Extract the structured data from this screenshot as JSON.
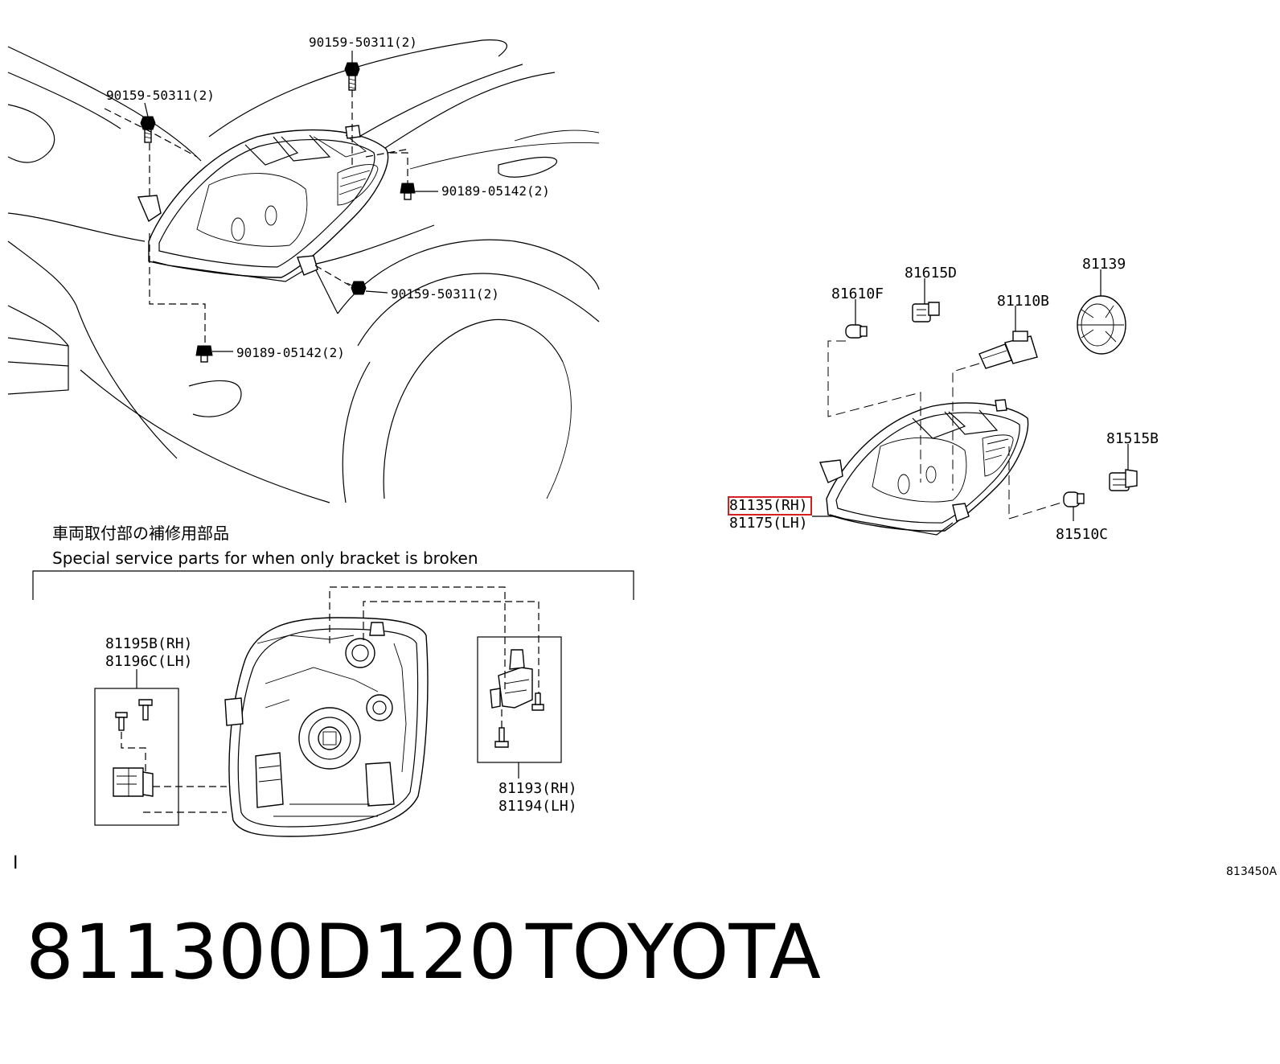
{
  "labels": {
    "bolt_top": "90159-50311(2)",
    "bolt_left": "90159-50311(2)",
    "clip_right": "90189-05142(2)",
    "bolt_lower": "90159-50311(2)",
    "clip_lower": "90189-05142(2)",
    "bulb_81610F": "81610F",
    "socket_81615D": "81615D",
    "bulb_81110B": "81110B",
    "cover_81139": "81139",
    "socket_81515B": "81515B",
    "bulb_81510C": "81510C",
    "lamp_rh": "81135(RH)",
    "lamp_lh": "81175(LH)",
    "bracket_a_rh": "81195B(RH)",
    "bracket_a_lh": "81196C(LH)",
    "bracket_b_rh": "81193(RH)",
    "bracket_b_lh": "81194(LH)"
  },
  "service_note": {
    "japanese": "車両取付部の補修用部品",
    "english": "Special service parts for when only bracket is broken"
  },
  "cursor_glyph": "I",
  "diagram_code": "813450A",
  "footer": {
    "part_number": "811300D120",
    "brand": "TOYOTA"
  },
  "highlight_color": "#d32020"
}
